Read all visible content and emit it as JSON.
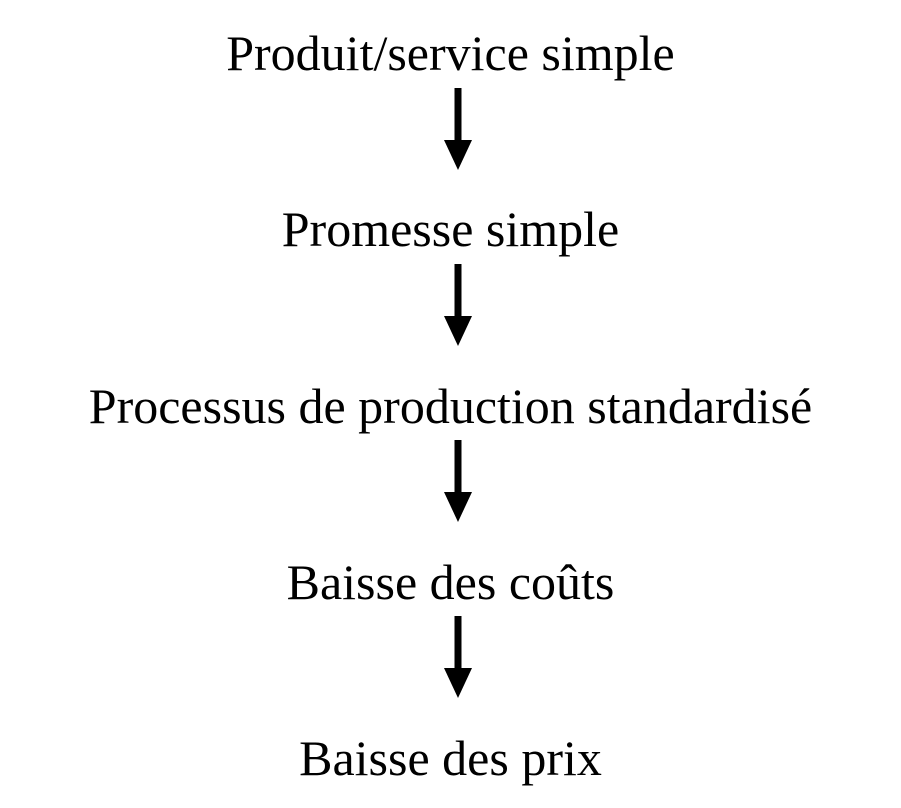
{
  "diagram": {
    "steps": [
      {
        "label": "Produit/service simple"
      },
      {
        "label": "Promesse simple"
      },
      {
        "label": "Processus de production standardisé"
      },
      {
        "label": "Baisse des coûts"
      },
      {
        "label": "Baisse des prix"
      }
    ],
    "arrow_icon": "arrow-down-icon",
    "colors": {
      "text": "#000000",
      "arrow": "#000000",
      "background": "#ffffff"
    }
  }
}
